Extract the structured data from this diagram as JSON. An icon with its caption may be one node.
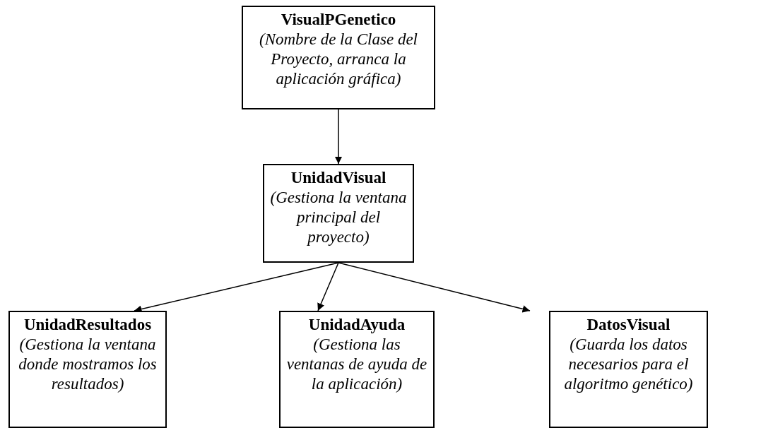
{
  "diagram": {
    "nodes": [
      {
        "text": [
          "VisualPGenetico",
          "(Nombre de la Clase del Proyecto, arranca la aplicación gráfica)"
        ]
      },
      {
        "text": [
          "UnidadVisual",
          "(Gestiona la ventana principal del proyecto)"
        ]
      },
      {
        "text": [
          "UnidadResultados",
          "(Gestiona la ventana donde mostramos los resultados)"
        ]
      },
      {
        "text": [
          "UnidadAyuda",
          "(Gestiona las ventanas de ayuda de la aplicación)"
        ]
      },
      {
        "text": [
          "DatosVisual",
          "(Guarda los datos necesarios para el algoritmo genético)"
        ]
      }
    ],
    "edges": [
      {
        "from": 0,
        "to": 1,
        "arrow": "to"
      },
      {
        "from": 1,
        "to": 2,
        "arrow": "to"
      },
      {
        "from": 1,
        "to": 3,
        "arrow": "to"
      },
      {
        "from": 1,
        "to": 4,
        "arrow": "to"
      }
    ]
  }
}
